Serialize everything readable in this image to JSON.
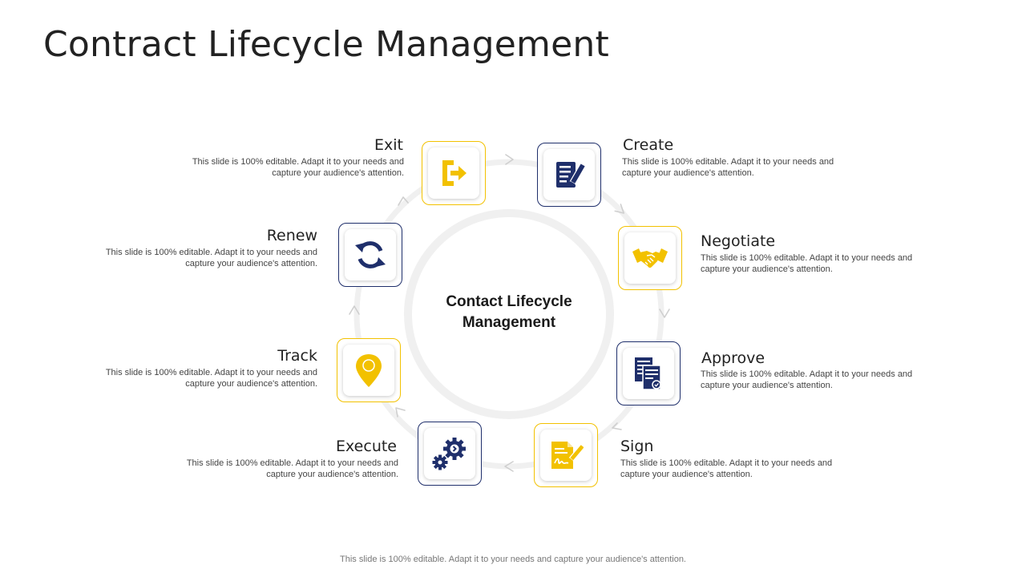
{
  "page": {
    "title": "Contract Lifecycle Management"
  },
  "center": {
    "line1": "Contact Lifecycle",
    "line2": "Management"
  },
  "colors": {
    "yellow": "#F2C100",
    "navy": "#1F2F6B",
    "ring": "#F0F0F0"
  },
  "steps": [
    {
      "title": "Exit",
      "desc": "This slide is 100% editable. Adapt it to your needs and capture your audience's attention.",
      "icon": "exit-icon"
    },
    {
      "title": "Create",
      "desc": "This slide is 100% editable. Adapt it to your needs and capture your audience's attention.",
      "icon": "document-pen-icon"
    },
    {
      "title": "Negotiate",
      "desc": "This slide is 100% editable. Adapt it to your needs and capture your audience's attention.",
      "icon": "handshake-icon"
    },
    {
      "title": "Approve",
      "desc": "This slide is 100% editable. Adapt it to your needs and capture your audience's attention.",
      "icon": "approved-documents-icon"
    },
    {
      "title": "Sign",
      "desc": "This slide is 100% editable. Adapt it to your needs and capture your audience's attention.",
      "icon": "signed-document-icon"
    },
    {
      "title": "Execute",
      "desc": "This slide is 100% editable. Adapt it to your needs and capture your audience's attention.",
      "icon": "gears-icon"
    },
    {
      "title": "Track",
      "desc": "This slide is 100% editable. Adapt it to your needs and capture your audience's attention.",
      "icon": "location-pin-icon"
    },
    {
      "title": "Renew",
      "desc": "This slide is 100% editable. Adapt it to your needs and capture your audience's attention.",
      "icon": "refresh-icon"
    }
  ],
  "footer": {
    "text": "This slide is 100% editable. Adapt it to your needs and capture your audience's attention."
  }
}
